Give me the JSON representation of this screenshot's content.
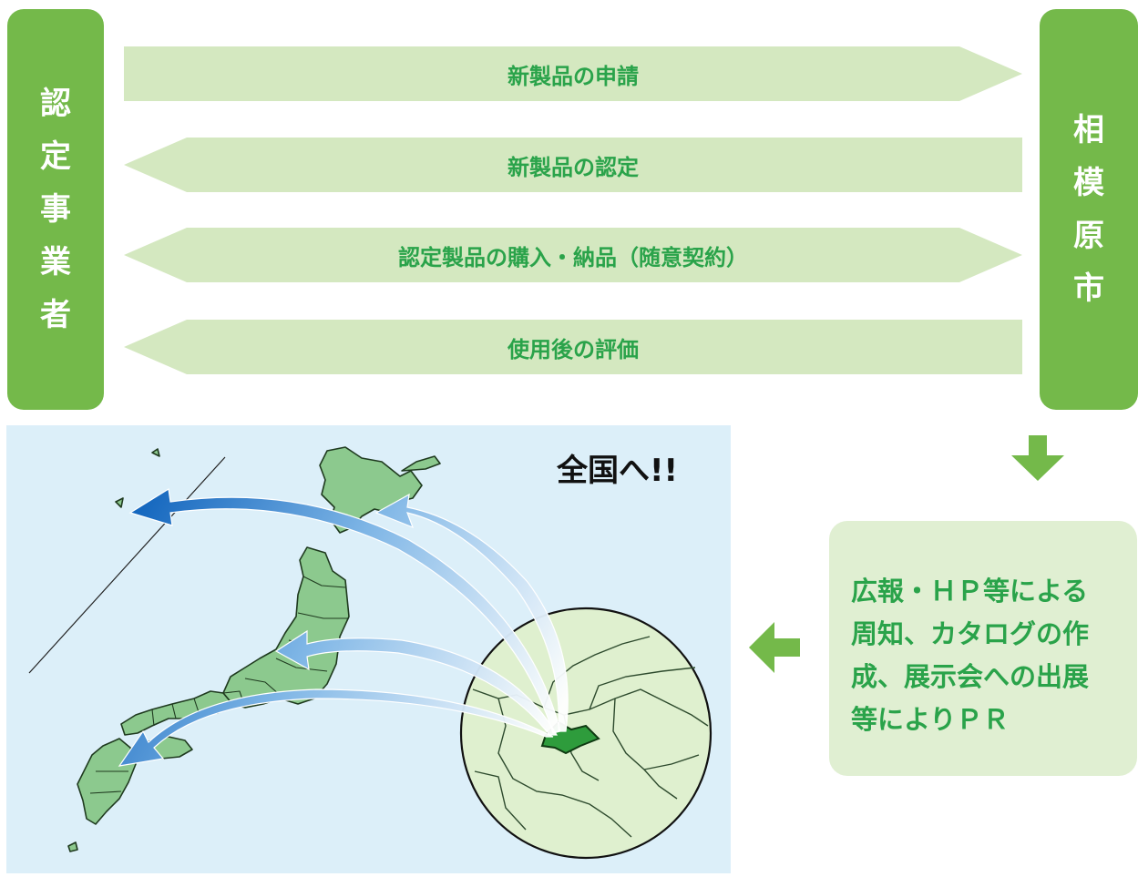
{
  "left_box": {
    "label_chars": [
      "認",
      "定",
      "事",
      "業",
      "者"
    ]
  },
  "right_box": {
    "label_chars": [
      "相",
      "模",
      "原",
      "市"
    ]
  },
  "flows": [
    {
      "label": "新製品の申請",
      "direction": "right"
    },
    {
      "label": "新製品の認定",
      "direction": "left"
    },
    {
      "label": "認定製品の購入・納品（随意契約）",
      "direction": "both"
    },
    {
      "label": "使用後の評価",
      "direction": "left"
    }
  ],
  "pr_box": {
    "lines": [
      "広報・ＨＰ等による",
      "周知、カタログの作",
      "成、展示会への出展",
      "等によりＰＲ"
    ]
  },
  "map_panel": {
    "caption": "全国へ!!"
  },
  "icons": [
    "down-arrow-icon",
    "left-arrow-icon",
    "japan-map-icon",
    "globe-icon",
    "curved-arrow-icon"
  ],
  "colors": {
    "box_green": "#74b94a",
    "arrow_fill": "#d4e8c0",
    "text_green": "#2aa34a",
    "pr_fill": "#e0efd2",
    "map_bg": "#dceff9",
    "land": "#8cc98e",
    "sagamihara": "#2e9c3c",
    "arrow_blue": "#1a7cc4"
  }
}
